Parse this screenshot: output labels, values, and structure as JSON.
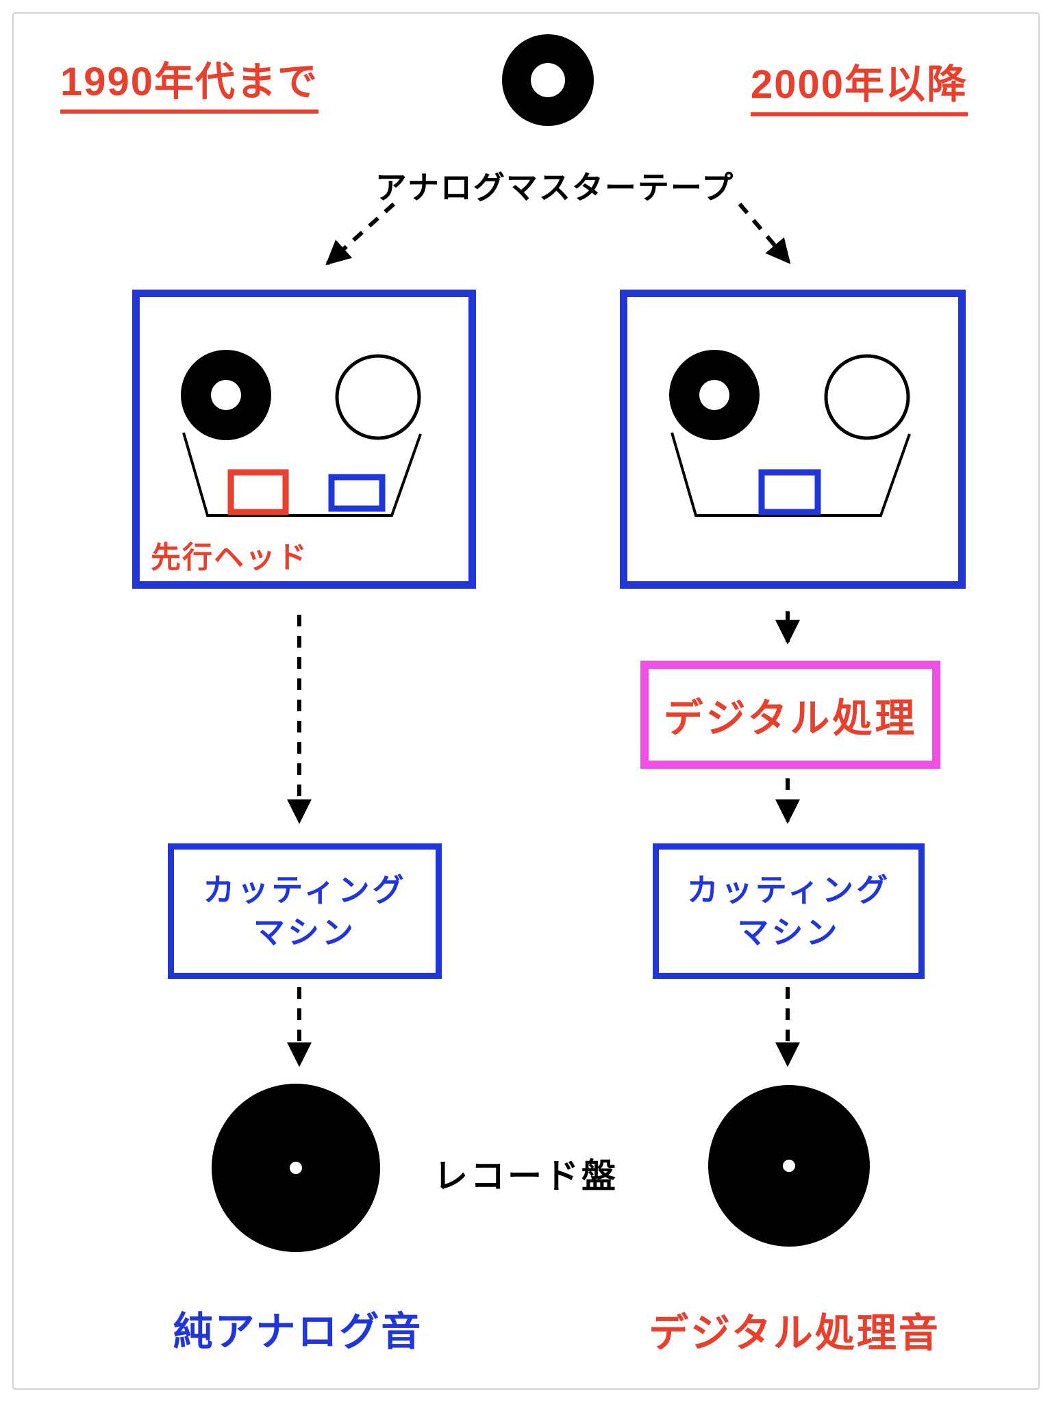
{
  "diagram": {
    "title_left": "1990年代まで",
    "title_right": "2000年以降",
    "master_tape_label": "アナログマスターテープ",
    "preview_head_label": "先行ヘッド",
    "digital_processing_label": "デジタル処理",
    "cutting_machine": {
      "line1": "カッティング",
      "line2": "マシン"
    },
    "record_label": "レコード盤",
    "result_left": "純アナログ音",
    "result_right": "デジタル処理音",
    "icons": {
      "top": "tape-reel-icon",
      "machines": "open-reel-tape-machine-icon",
      "discs": "vinyl-record-icon"
    },
    "colors": {
      "red": "#e8402d",
      "blue": "#2136d9",
      "magenta": "#ef4fe3",
      "ink": "#000000"
    }
  }
}
